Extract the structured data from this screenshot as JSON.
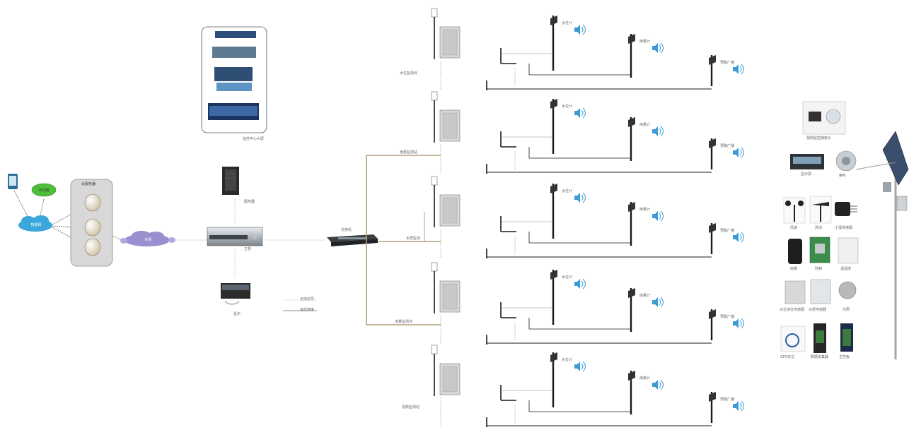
{
  "cloud_left": {
    "label": "物联网"
  },
  "cloud_right": {
    "label": "专网"
  },
  "green_ellipse": {
    "label": "手机端"
  },
  "cloud_group_title": "云服务器",
  "legend": [
    {
      "label": "无线信号",
      "color": "#c5b7a0"
    },
    {
      "label": "有线连接",
      "color": "#9aa9b2"
    }
  ],
  "monitor_panel_label": "监控中心大屏",
  "server_labels": {
    "tower": "服务器",
    "rack": "主机",
    "display": "显示"
  },
  "switch_label": "交换机",
  "branch_labels": [
    "水位监测点",
    "雨量监测站",
    "水质监测",
    "流量监测点",
    "视频监测站"
  ],
  "node_labels": [
    "水位计",
    "雨量计",
    "预警广播"
  ],
  "palette": {
    "trunk": "#b6a17d",
    "line": "#1a1a1a",
    "thin": "#8e8e8e",
    "cloud": "#3aa6dc",
    "cloud2": "#9c8fd0",
    "green": "#4fbf3a",
    "speaker": "#3b9bd6"
  },
  "equipment": [
    {
      "label": "视频监控摄像头",
      "icon": "camera-icon"
    },
    {
      "label": "显示屏",
      "icon": "display-icon"
    },
    {
      "label": "喇叭",
      "icon": "horn-icon"
    },
    {
      "label": "风速",
      "icon": "anemometer-icon"
    },
    {
      "label": "风向",
      "icon": "vane-icon"
    },
    {
      "label": "土壤传感器",
      "icon": "soil-sensor-icon"
    },
    {
      "label": "雨量",
      "icon": "rain-gauge-icon"
    },
    {
      "label": "控制",
      "icon": "controller-icon"
    },
    {
      "label": "温湿度",
      "icon": "thermo-icon"
    },
    {
      "label": "水位液位传感器",
      "icon": "level-sensor-icon"
    },
    {
      "label": "水质传感器",
      "icon": "water-quality-icon"
    },
    {
      "label": "光照",
      "icon": "light-sensor-icon"
    },
    {
      "label": "GPS定位",
      "icon": "gps-icon"
    },
    {
      "label": "数据采集器",
      "icon": "datalogger-icon"
    },
    {
      "label": "主控板",
      "icon": "mainboard-icon"
    }
  ],
  "solar_pole": {
    "icon": "solar-pole-icon"
  }
}
